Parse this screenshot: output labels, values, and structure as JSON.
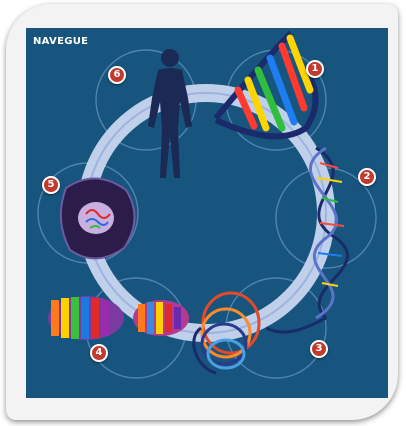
{
  "header": {
    "title": "NAVEGUE"
  },
  "steps": [
    {
      "number": "1"
    },
    {
      "number": "2"
    },
    {
      "number": "3"
    },
    {
      "number": "4"
    },
    {
      "number": "5"
    },
    {
      "number": "6"
    }
  ],
  "colors": {
    "background": "#17557f",
    "ring": "#c9d6f0",
    "badge": "#c23a2e",
    "dna_backbone": "#1a2a6b"
  },
  "icons": [
    "human-figure-icon",
    "dna-double-helix-icon",
    "cell-nucleus-icon",
    "chromosome-icon",
    "coiled-chromatin-icon"
  ]
}
